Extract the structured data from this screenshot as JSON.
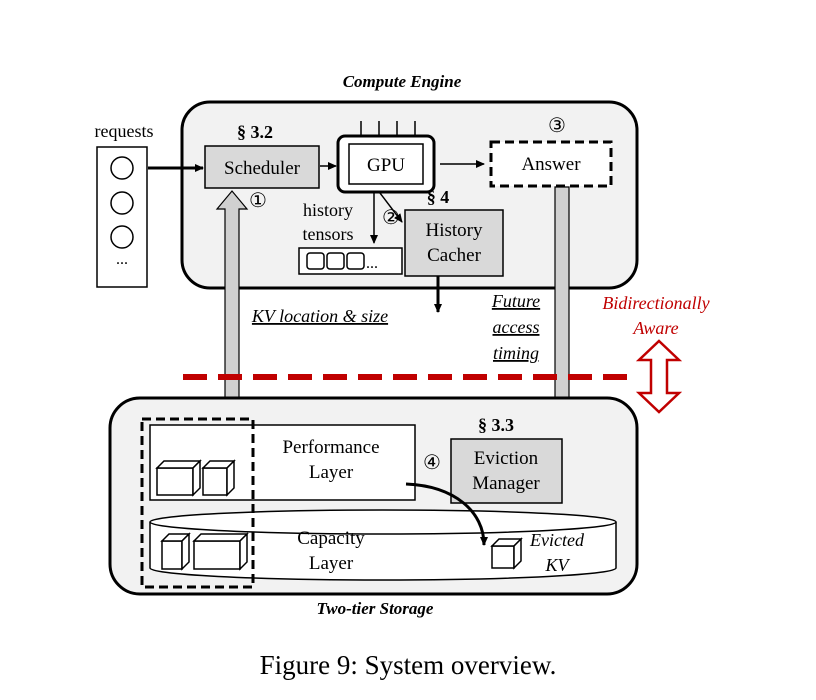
{
  "figure": {
    "caption": "Figure 9: System overview."
  },
  "compute_engine": {
    "title": "Compute Engine",
    "requests_label": "requests",
    "requests_ellipsis": "...",
    "section_scheduler": "§ 3.2",
    "scheduler_label": "Scheduler",
    "gpu_label": "GPU",
    "answer_label": "Answer",
    "section_cacher": "§ 4",
    "cacher_line1": "History",
    "cacher_line2": "Cacher",
    "history_line1": "history",
    "history_line2": "tensors",
    "tensor_ellipsis": "...",
    "step1": "①",
    "step2": "②",
    "step3": "③"
  },
  "links": {
    "kv_location": "KV location & size",
    "future_line1": "Future",
    "future_line2": "access",
    "future_line3": "timing",
    "bidir_line1": "Bidirectionally",
    "bidir_line2": "Aware",
    "step4": "④"
  },
  "storage": {
    "title": "Two-tier Storage",
    "performance_line1": "Performance",
    "performance_line2": "Layer",
    "capacity_line1": "Capacity",
    "capacity_line2": "Layer",
    "section_eviction": "§ 3.3",
    "eviction_line1": "Eviction",
    "eviction_line2": "Manager",
    "evicted_line1": "Evicted",
    "evicted_line2": "KV"
  },
  "colors": {
    "engine_fill": "#f2f2f2",
    "component_fill": "#d9d9d9",
    "accent_red": "#c00000",
    "arrow_gray": "#d0d0d0"
  }
}
